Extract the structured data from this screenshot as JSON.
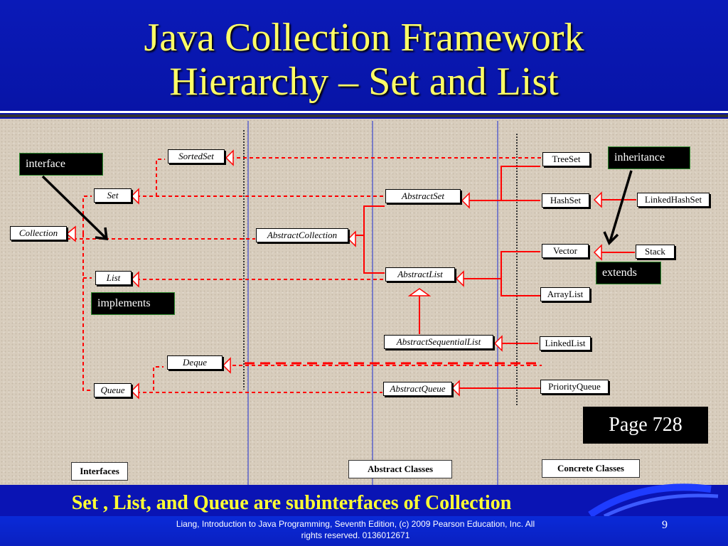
{
  "slide": {
    "title_line1": "Java Collection Framework",
    "title_line2": "Hierarchy – Set and List",
    "caption": "Set , List, and Queue are subinterfaces of Collection",
    "credit_line1": "Liang, Introduction to Java Programming, Seventh Edition, (c) 2009 Pearson Education, Inc. All",
    "credit_line2": "rights reserved. 0136012671",
    "page_number": "9",
    "page_ref": "Page 728"
  },
  "labels": {
    "interface": "interface",
    "implements": "implements",
    "inheritance": "inheritance",
    "extends": "extends"
  },
  "columns": {
    "interfaces": "Interfaces",
    "abstract_classes": "Abstract Classes",
    "concrete_classes": "Concrete Classes"
  },
  "nodes": {
    "sortedset": "SortedSet",
    "set": "Set",
    "collection": "Collection",
    "list": "List",
    "deque": "Deque",
    "queue": "Queue",
    "abstractset": "AbstractSet",
    "abstractcollection": "AbstractCollection",
    "abstractlist": "AbstractList",
    "abstractsequentiallist": "AbstractSequentialList",
    "abstractqueue": "AbstractQueue",
    "treeset": "TreeSet",
    "hashset": "HashSet",
    "linkedhashset": "LinkedHashSet",
    "vector": "Vector",
    "stack": "Stack",
    "arraylist": "ArrayList",
    "linkedlist": "LinkedList",
    "priorityqueue": "PriorityQueue"
  },
  "colors": {
    "title": "#ffff66",
    "caption": "#ffff33",
    "connector": "#ff0000",
    "background": "#0a14b4"
  }
}
